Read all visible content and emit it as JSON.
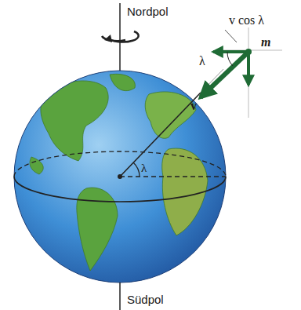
{
  "diagram": {
    "labels": [
      "Nordpol",
      "v cos λ",
      "λ",
      "m",
      "v",
      "λ",
      "Südpol"
    ]
  }
}
